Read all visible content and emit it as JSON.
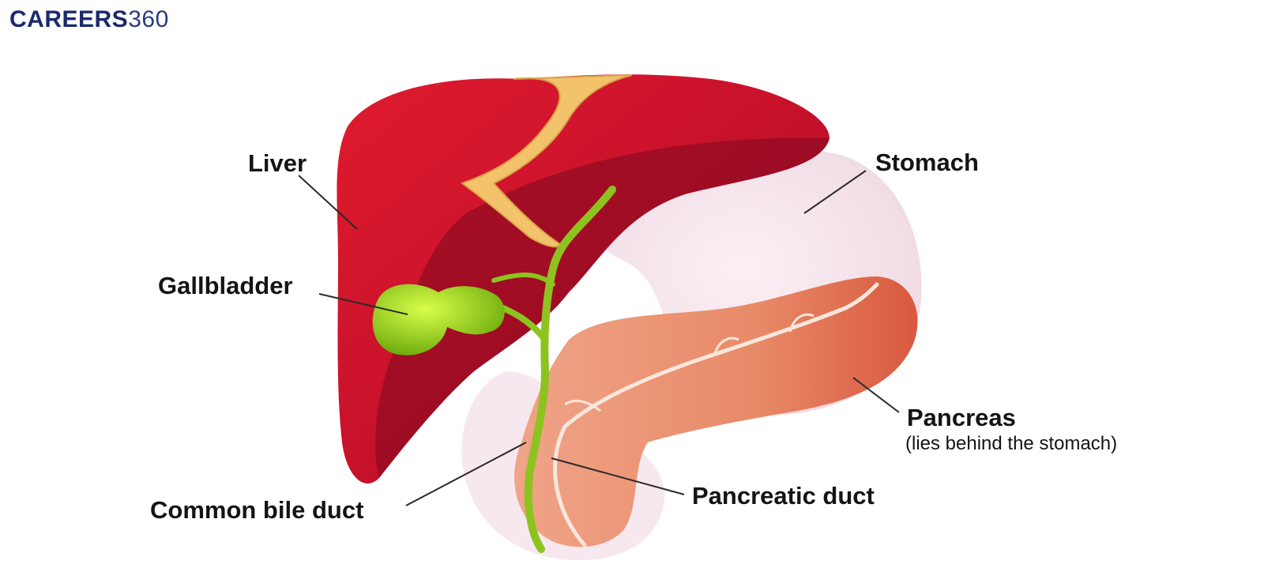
{
  "brand": {
    "name": "CAREERS",
    "number": "360"
  },
  "labels": {
    "liver": "Liver",
    "stomach": "Stomach",
    "gallbladder": "Gallbladder",
    "pancreas": "Pancreas",
    "pancreas_note": "(lies behind the stomach)",
    "pancreatic_duct": "Pancreatic duct",
    "common_bile_duct": "Common bile duct"
  },
  "colors": {
    "liver": "#c8102e",
    "liver_dark": "#8e0a23",
    "gallbladder": "#9edc12",
    "stomach": "#f3dde6",
    "pancreas": "#e8896a",
    "ligament": "#f2c36b",
    "leader_line": "#2a2a2a"
  }
}
